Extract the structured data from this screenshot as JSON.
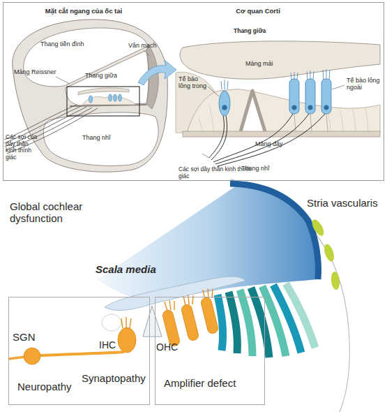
{
  "diagram": {
    "nodes": [
      {
        "text": [
          "Neuropathy",
          "Synaptopathy"
        ]
      },
      {
        "text": [
          "Amplifier defect"
        ]
      }
    ],
    "labels": [
      "Mặt cắt ngang của ốc tai",
      "Cơ quan Corti",
      "Thang tiền đình",
      "Màng Reissner",
      "Thang giữa",
      "Vân mạch",
      "Các sợi của dây thần kinh thính giác",
      "Thang nhĩ",
      "Thang giữa",
      "Màng mái",
      "Tế bào lông trong",
      "Tế bào lông ngoài",
      "Màng đáy",
      "Các sợi dây thần kinh thính giác",
      "Thang nhĩ",
      "Global cochlear dysfunction",
      "Stria vascularis",
      "Scala media",
      "IHC",
      "OHC",
      "SGN"
    ]
  }
}
